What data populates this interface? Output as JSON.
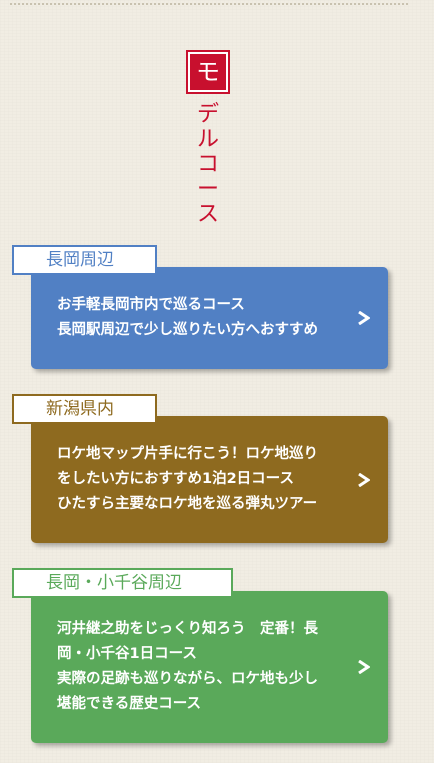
{
  "title": {
    "first_char": "モ",
    "rest": "デルコース"
  },
  "sections": [
    {
      "label": "長岡周辺",
      "color": "#5180c4",
      "border": "#5180c4",
      "lines": [
        "お手軽長岡市内で巡るコース",
        "長岡駅周辺で少し巡りたい方へおすすめ"
      ]
    },
    {
      "label": "新潟県内",
      "color": "#8e6a1f",
      "border": "#8e6a1f",
      "lines": [
        "ロケ地マップ片手に行こう！ロケ地巡り",
        "をしたい方におすすめ1泊2日コース",
        "ひたすら主要なロケ地を巡る弾丸ツアー"
      ]
    },
    {
      "label": "長岡・小千谷周辺",
      "color": "#5aa95a",
      "border": "#5aa95a",
      "lines": [
        "河井継之助をじっくり知ろう　定番！長",
        "岡・小千谷1日コース",
        "実際の足跡も巡りながら、ロケ地も少し",
        "堪能できる歴史コース"
      ]
    }
  ],
  "icons": {
    "chevron": "chevron-right-icon"
  }
}
